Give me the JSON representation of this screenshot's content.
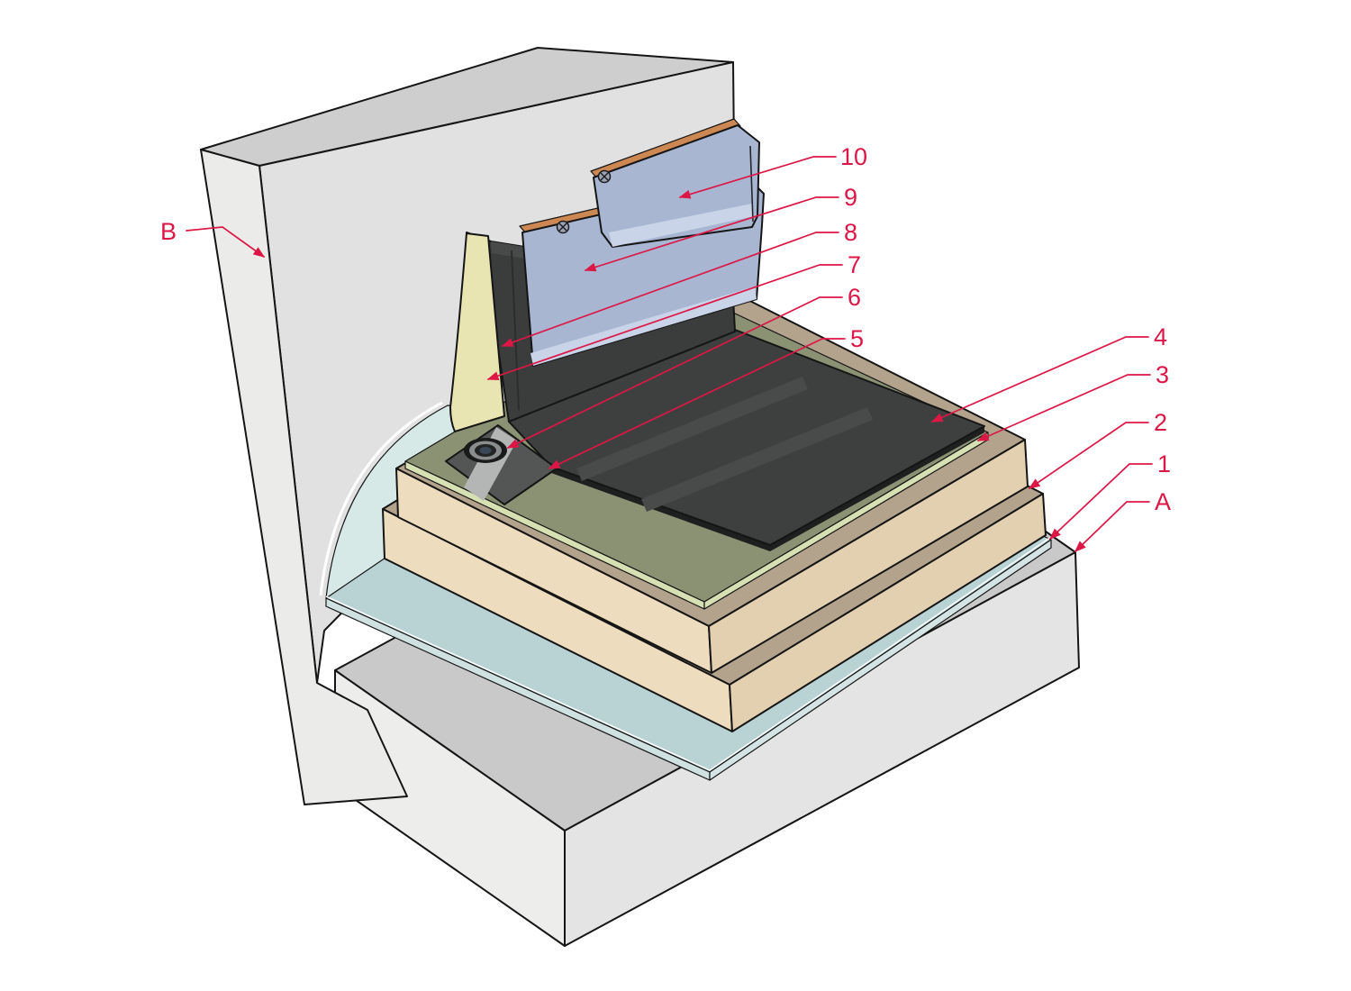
{
  "diagram": {
    "type": "axonometric-flat-roof-construction-detail",
    "background": "#ffffff",
    "accent_color": "#dc1745",
    "callouts": [
      {
        "id": "10",
        "label": "10"
      },
      {
        "id": "9",
        "label": "9"
      },
      {
        "id": "8",
        "label": "8"
      },
      {
        "id": "7",
        "label": "7"
      },
      {
        "id": "6",
        "label": "6"
      },
      {
        "id": "5",
        "label": "5"
      },
      {
        "id": "4",
        "label": "4"
      },
      {
        "id": "3",
        "label": "3"
      },
      {
        "id": "2",
        "label": "2"
      },
      {
        "id": "1",
        "label": "1"
      },
      {
        "id": "A",
        "label": "A"
      },
      {
        "id": "B",
        "label": "B"
      }
    ],
    "colors": {
      "wall_front": "#ebebea",
      "wall_top": "#cdcecd",
      "wall_inner": "#e0e1e0",
      "slab_top": "#c8c9c8",
      "slab_front_left": "#ededec",
      "slab_front_right": "#e3e4e3",
      "vapour_layer_top": "#b9d3d5",
      "vapour_cove": "#d7e9e7",
      "insulation_front": "#eedcbf",
      "insulation_side": "#e3d0b1",
      "insulation_top": "#b3a38c",
      "coverboard_top": "#8b9173",
      "coverboard_edge": "#d6e0b2",
      "membrane": "#3e4040",
      "membrane_upstand": "#3b3c3c",
      "patch": "#545656",
      "patch_stripe": "#b4b6b6",
      "flashing_panel": "#a8b6d2",
      "flashing_fold": "#c9d4e8",
      "flashing_copper": "#cd8752"
    }
  }
}
